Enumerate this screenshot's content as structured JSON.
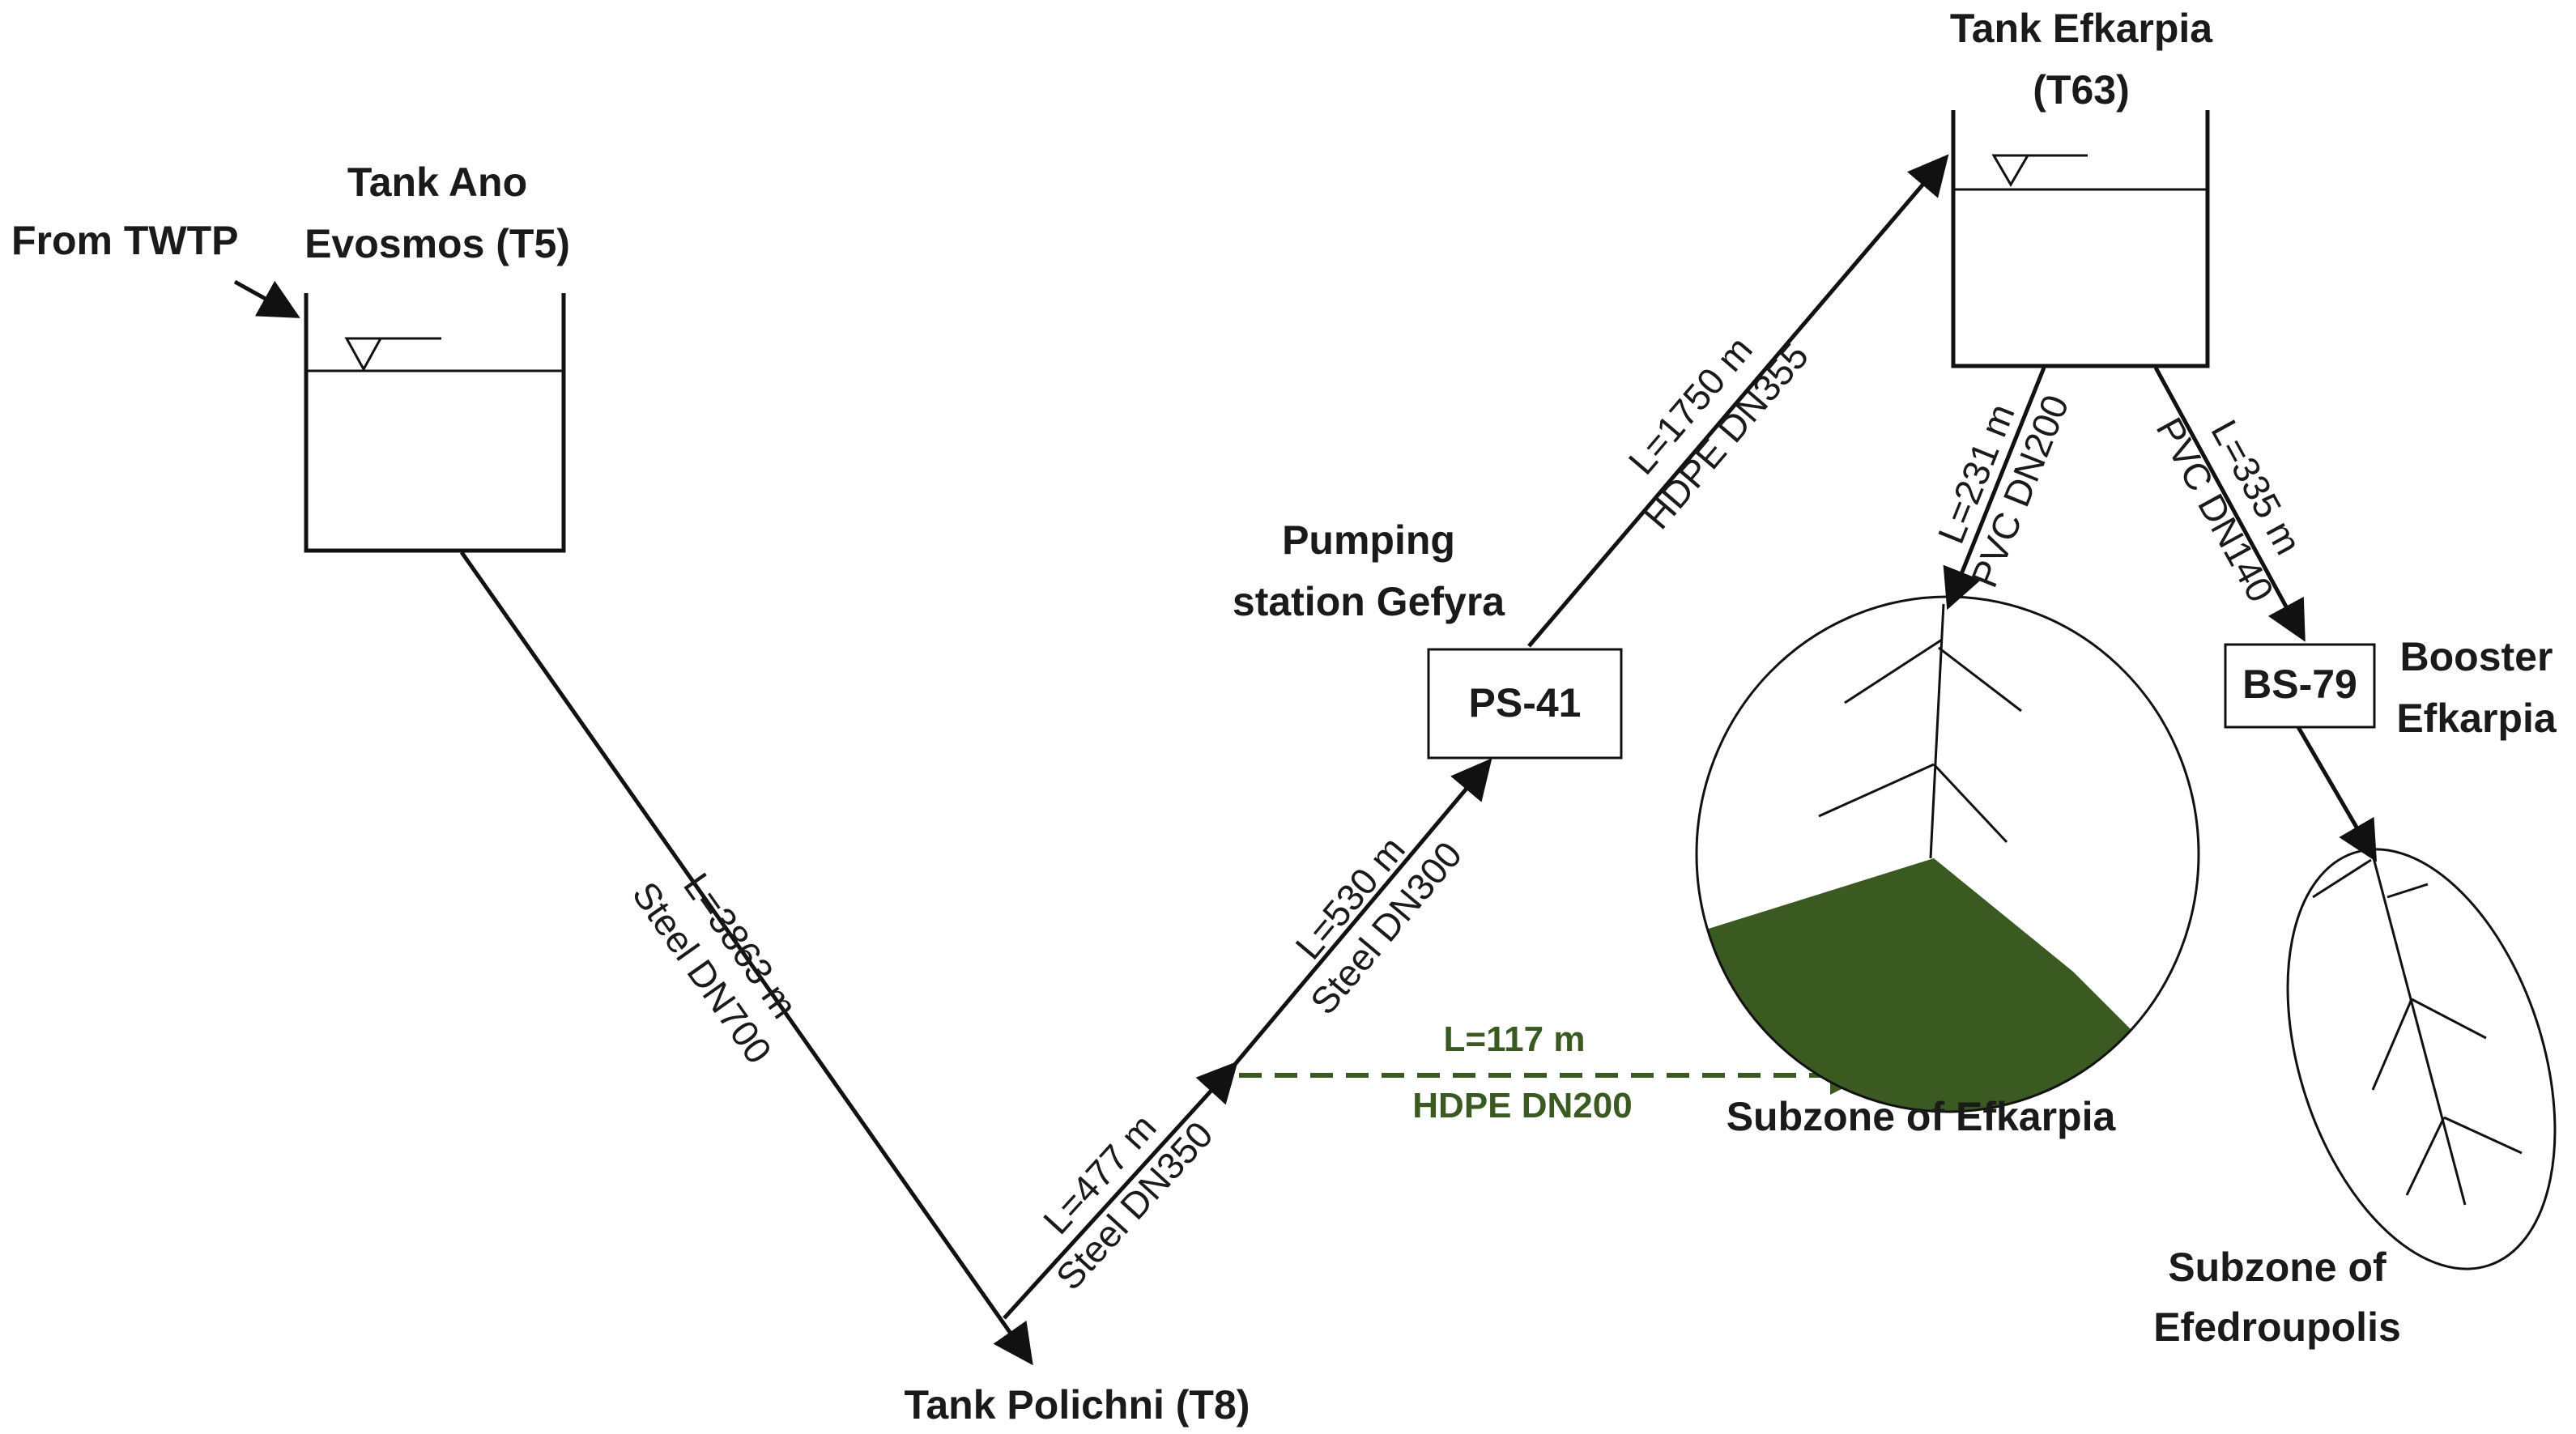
{
  "colors": {
    "line": "#111111",
    "transfer_pipe": "#3a5a22",
    "zone_fill": "#3a5a22",
    "background": "#ffffff"
  },
  "labels": {
    "from_twtp": "From TWTP",
    "tank_t5_line1": "Tank Ano",
    "tank_t5_line2": "Evosmos (T5)",
    "tank_t63_line1": "Tank Efkarpia",
    "tank_t63_line2": "(T63)",
    "tank_t8": "Tank Polichni (T8)",
    "ps_line1": "Pumping",
    "ps_line2": "station Gefyra",
    "ps_box": "PS-41",
    "bs_box": "BS-79",
    "bs_line1": "Booster",
    "bs_line2": "Efkarpia",
    "subzone_efkarpia": "Subzone of Efkarpia",
    "subzone_efedroupolis_line1": "Subzone of",
    "subzone_efedroupolis_line2": "Efedroupolis"
  },
  "pipes": {
    "t5_t8_length": "L=3863 m",
    "t5_t8_material": "Steel DN700",
    "t8_j_length": "L=477 m",
    "t8_j_material": "Steel DN350",
    "j_ps_length": "L=530 m",
    "j_ps_material": "Steel DN300",
    "ps_t63_length": "L=1750 m",
    "ps_t63_material": "HDPE DN355",
    "t63_zone_length": "L=231 m",
    "t63_zone_material": "PVC DN200",
    "t63_bs_length": "L=335 m",
    "t63_bs_material": "PVC DN140",
    "new_length": "L=117 m",
    "new_material": "HDPE DN200"
  },
  "icons": {
    "water_level": "water-level-triangle-icon",
    "flow_arrow": "arrowhead-icon",
    "network_tree": "branch-network-icon"
  }
}
